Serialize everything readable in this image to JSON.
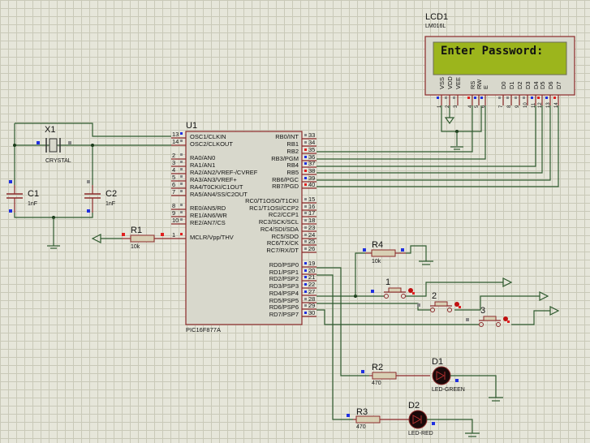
{
  "lcd": {
    "ref": "LCD1",
    "part": "LM016L",
    "display_text": "Enter Password:",
    "screen_color": "#9cb51c",
    "pin_names": [
      "VSS",
      "VDD",
      "VEE",
      "RS",
      "RW",
      "E",
      "D0",
      "D1",
      "D2",
      "D3",
      "D4",
      "D5",
      "D6",
      "D7"
    ],
    "pin_numbers": [
      "1",
      "2",
      "3",
      "4",
      "5",
      "6",
      "7",
      "8",
      "9",
      "10",
      "11",
      "12",
      "13",
      "14"
    ]
  },
  "mcu": {
    "ref": "U1",
    "part": "PIC16F877A",
    "left_pins": [
      {
        "num": "13",
        "name": "OSC1/CLKIN"
      },
      {
        "num": "14",
        "name": "OSC2/CLKOUT"
      },
      {
        "num": "2",
        "name": "RA0/AN0"
      },
      {
        "num": "3",
        "name": "RA1/AN1"
      },
      {
        "num": "4",
        "name": "RA2/AN2/VREF-/CVREF"
      },
      {
        "num": "5",
        "name": "RA3/AN3/VREF+"
      },
      {
        "num": "6",
        "name": "RA4/T0CKI/C1OUT"
      },
      {
        "num": "7",
        "name": "RA5/AN4/SS/C2OUT"
      },
      {
        "num": "8",
        "name": "RE0/AN5/RD"
      },
      {
        "num": "9",
        "name": "RE1/AN6/WR"
      },
      {
        "num": "10",
        "name": "RE2/AN7/CS"
      },
      {
        "num": "1",
        "name": "MCLR/Vpp/THV"
      }
    ],
    "right_pins": [
      {
        "num": "33",
        "name": "RB0/INT"
      },
      {
        "num": "34",
        "name": "RB1"
      },
      {
        "num": "35",
        "name": "RB2"
      },
      {
        "num": "36",
        "name": "RB3/PGM"
      },
      {
        "num": "37",
        "name": "RB4"
      },
      {
        "num": "38",
        "name": "RB5"
      },
      {
        "num": "39",
        "name": "RB6/PGC"
      },
      {
        "num": "40",
        "name": "RB7/PGD"
      },
      {
        "num": "15",
        "name": "RC0/T1OSO/T1CKI"
      },
      {
        "num": "16",
        "name": "RC1/T1OSI/CCP2"
      },
      {
        "num": "17",
        "name": "RC2/CCP1"
      },
      {
        "num": "18",
        "name": "RC3/SCK/SCL"
      },
      {
        "num": "23",
        "name": "RC4/SDI/SDA"
      },
      {
        "num": "24",
        "name": "RC5/SDO"
      },
      {
        "num": "25",
        "name": "RC6/TX/CK"
      },
      {
        "num": "26",
        "name": "RC7/RX/DT"
      },
      {
        "num": "19",
        "name": "RD0/PSP0"
      },
      {
        "num": "20",
        "name": "RD1/PSP1"
      },
      {
        "num": "21",
        "name": "RD2/PSP2"
      },
      {
        "num": "22",
        "name": "RD3/PSP3"
      },
      {
        "num": "27",
        "name": "RD4/PSP4"
      },
      {
        "num": "28",
        "name": "RD5/PSP5"
      },
      {
        "num": "29",
        "name": "RD6/PSP6"
      },
      {
        "num": "30",
        "name": "RD7/PSP7"
      }
    ]
  },
  "crystal": {
    "ref": "X1",
    "value": "CRYSTAL"
  },
  "c1": {
    "ref": "C1",
    "value": "1nF"
  },
  "c2": {
    "ref": "C2",
    "value": "1nF"
  },
  "r1": {
    "ref": "R1",
    "value": "10k"
  },
  "r2": {
    "ref": "R2",
    "value": "470"
  },
  "r3": {
    "ref": "R3",
    "value": "470"
  },
  "r4": {
    "ref": "R4",
    "value": "10k"
  },
  "buttons": [
    {
      "label": "1"
    },
    {
      "label": "2"
    },
    {
      "label": "3"
    }
  ],
  "d1": {
    "ref": "D1",
    "value": "LED-GREEN"
  },
  "d2": {
    "ref": "D2",
    "value": "LED-RED"
  },
  "colors": {
    "wire": "#2f5a2f",
    "component_outline": "#8b2a2a",
    "pin_state_high": "#e02020",
    "pin_state_low": "#2030e0",
    "pin_state_float": "#888888",
    "background": "#e6e6da"
  }
}
